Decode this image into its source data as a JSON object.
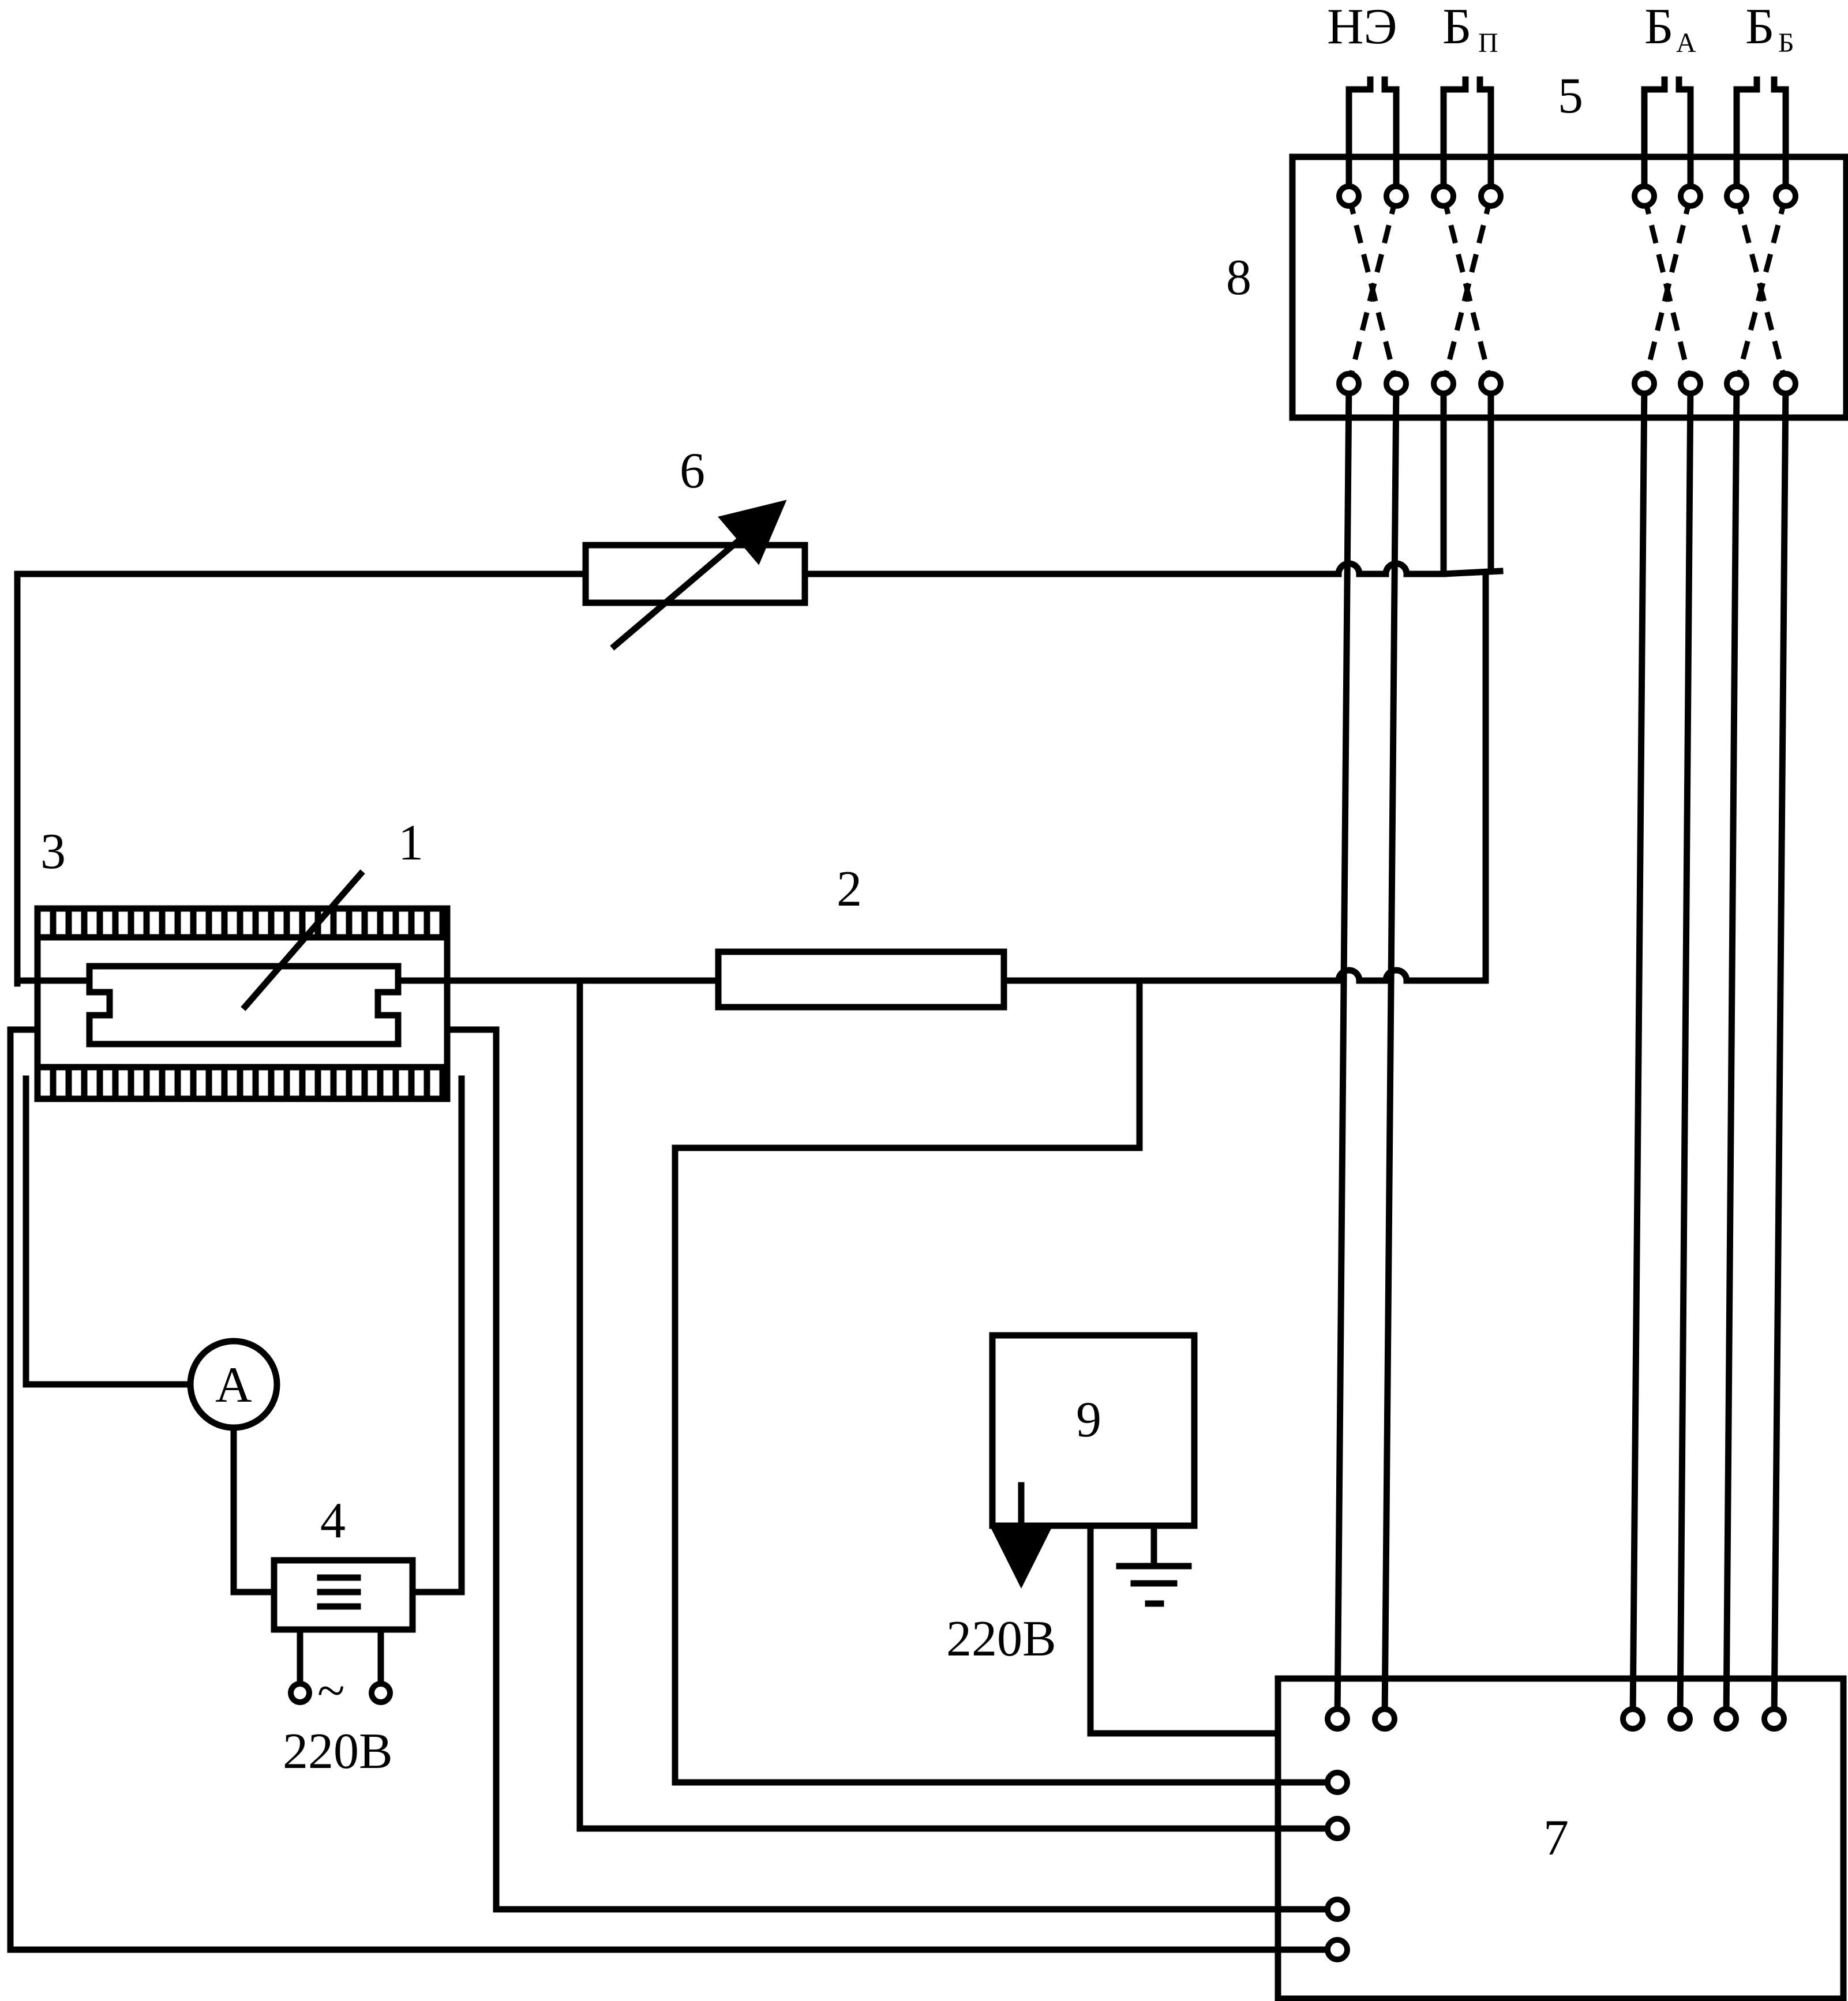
{
  "labels": {
    "n1": "1",
    "n2": "2",
    "n3": "3",
    "n4": "4",
    "n5": "5",
    "n6": "6",
    "n7": "7",
    "n8": "8",
    "n9": "9",
    "ammeter": "A",
    "supply_left": "220В",
    "supply_mid": "220В",
    "ac": "~"
  },
  "sensors": [
    {
      "main": "НЭ",
      "sub": ""
    },
    {
      "main": "Б",
      "sub": "П"
    },
    {
      "main": "Б",
      "sub": "А"
    },
    {
      "main": "Б",
      "sub": "Б"
    }
  ],
  "icons": {
    "ground": "ground-icon",
    "arrow": "arrow-down-icon",
    "variable": "variable-arrow-icon"
  }
}
